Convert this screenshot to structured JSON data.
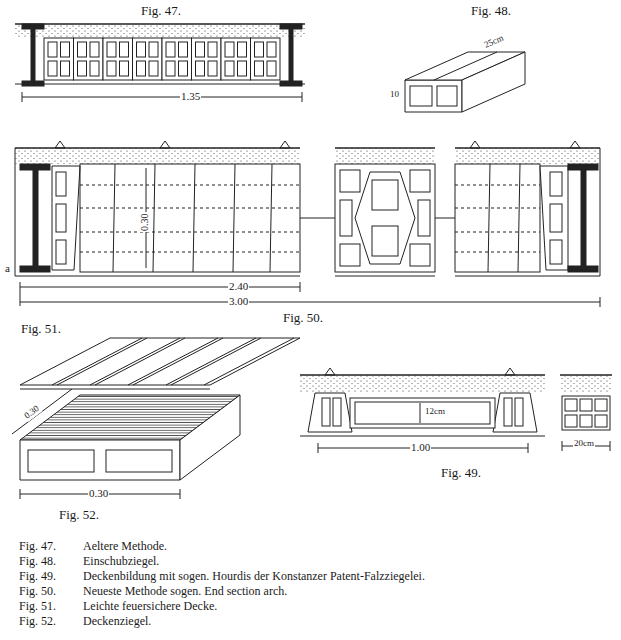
{
  "diagram": {
    "labels": [
      "Fig. 47.",
      "Fig. 48.",
      "1.35",
      "25cm",
      "10",
      "2.40",
      "3.00",
      "0.30",
      "a",
      "Fig. 50.",
      "Fig. 51.",
      "1.00",
      "12cm",
      "20cm",
      "Fig. 49.",
      "0.30",
      "0.30",
      "Fig. 52.",
      "Fig. 47.",
      "Aeltere Methode.",
      "Fig. 48.",
      "Einschubziegel.",
      "Fig. 49.",
      "Deckenbildung mit sogen. Hourdis der Konstanzer Patent-Falzziegelei.",
      "Fig. 50.",
      "Neueste Methode sogen. End section arch.",
      "Fig. 51.",
      "Leichte feuersichere Decke.",
      "Fig. 52.",
      "Deckenziegel."
    ]
  }
}
